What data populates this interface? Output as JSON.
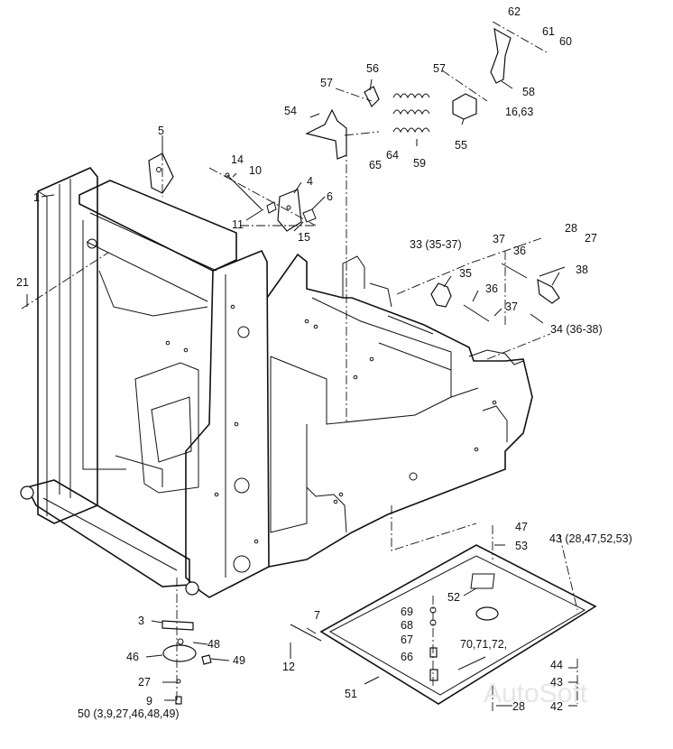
{
  "watermark": "AutoSoft",
  "labels": {
    "l62": "62",
    "l61": "61",
    "l60": "60",
    "l57a": "57",
    "l56": "56",
    "l57b": "57",
    "l58": "58",
    "l54": "54",
    "l1663": "16,63",
    "l55": "55",
    "l64": "64",
    "l65": "65",
    "l59": "59",
    "l5": "5",
    "l14": "14",
    "l10": "10",
    "l4": "4",
    "l6": "6",
    "l1": "1",
    "l11": "11",
    "l15": "15",
    "l28a": "28",
    "l27a": "27",
    "l37a": "37",
    "l36a": "36",
    "l33": "33 (35-37)",
    "l38": "38",
    "l21": "21",
    "l35": "35",
    "l36b": "36",
    "l37b": "37",
    "l34": "34 (36-38)",
    "l47": "47",
    "l43": "43 (28,47,52,53)",
    "l53": "53",
    "l52": "52",
    "l3": "3",
    "l7": "7",
    "l69": "69",
    "l68": "68",
    "l48": "48",
    "l67": "67",
    "l46": "46",
    "l49": "49",
    "l12": "12",
    "l66": "66",
    "l70": "70,71,72,",
    "l44": "44",
    "l27b": "27",
    "l43b": "43",
    "l51": "51",
    "l9": "9",
    "l28b": "28",
    "l42": "42",
    "l50": "50 (3,9,27,46,48,49)"
  }
}
